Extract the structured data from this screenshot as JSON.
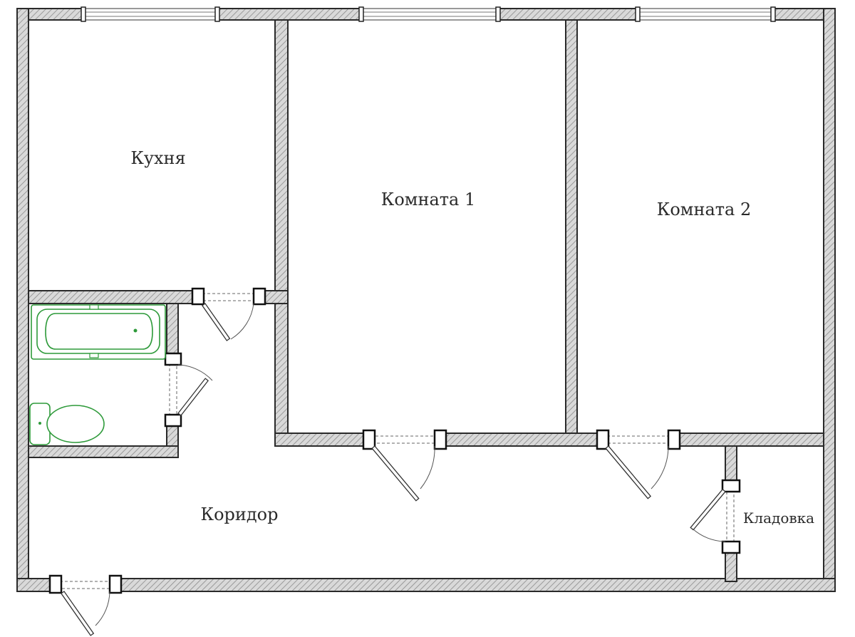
{
  "rooms": {
    "kitchen": "Кухня",
    "room1": "Комната 1",
    "room2": "Комната 2",
    "corridor": "Коридор",
    "storage": "Кладовка"
  },
  "colors": {
    "wall_outline": "#2a2a2a",
    "wall_hatch": "#9a9a9a",
    "plumbing": "#2e9a3a",
    "background": "#ffffff"
  }
}
